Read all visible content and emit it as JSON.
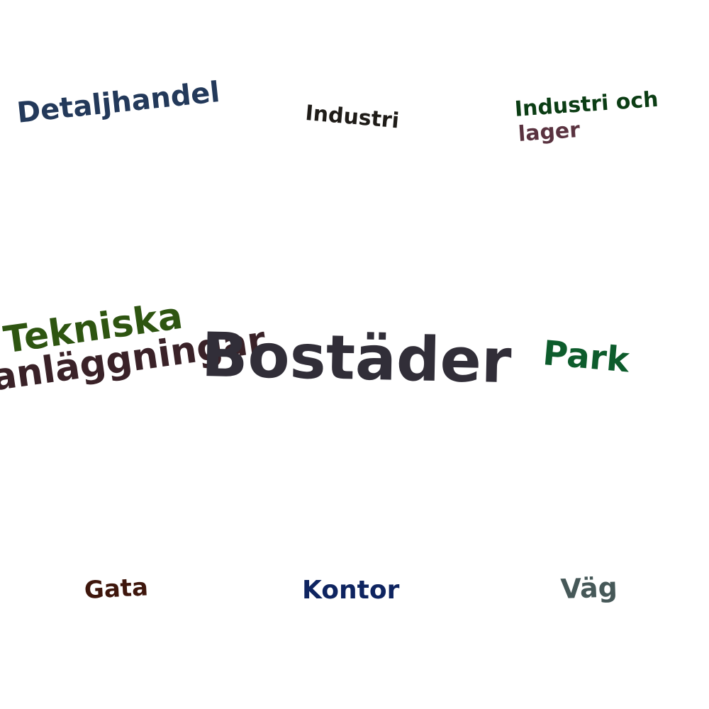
{
  "words": {
    "detaljhandel": {
      "text": "Detaljhandel",
      "color": "#23395a"
    },
    "industri": {
      "text": "Industri",
      "color": "#1f1c18"
    },
    "industri_och": {
      "text": "Industri och",
      "color": "#0b3d14"
    },
    "lager": {
      "text": "lager",
      "color": "#5a3340"
    },
    "tekniska": {
      "text": "Tekniska",
      "color": "#2e5511"
    },
    "anlaggningar": {
      "text": "anläggningar",
      "color": "#3a2228"
    },
    "bostader": {
      "text": "Bostäder",
      "color": "#312e38"
    },
    "park": {
      "text": "Park",
      "color": "#0d5c2c"
    },
    "gata": {
      "text": "Gata",
      "color": "#3e160c"
    },
    "kontor": {
      "text": "Kontor",
      "color": "#0e2460"
    },
    "vag": {
      "text": "Väg",
      "color": "#465858"
    }
  }
}
